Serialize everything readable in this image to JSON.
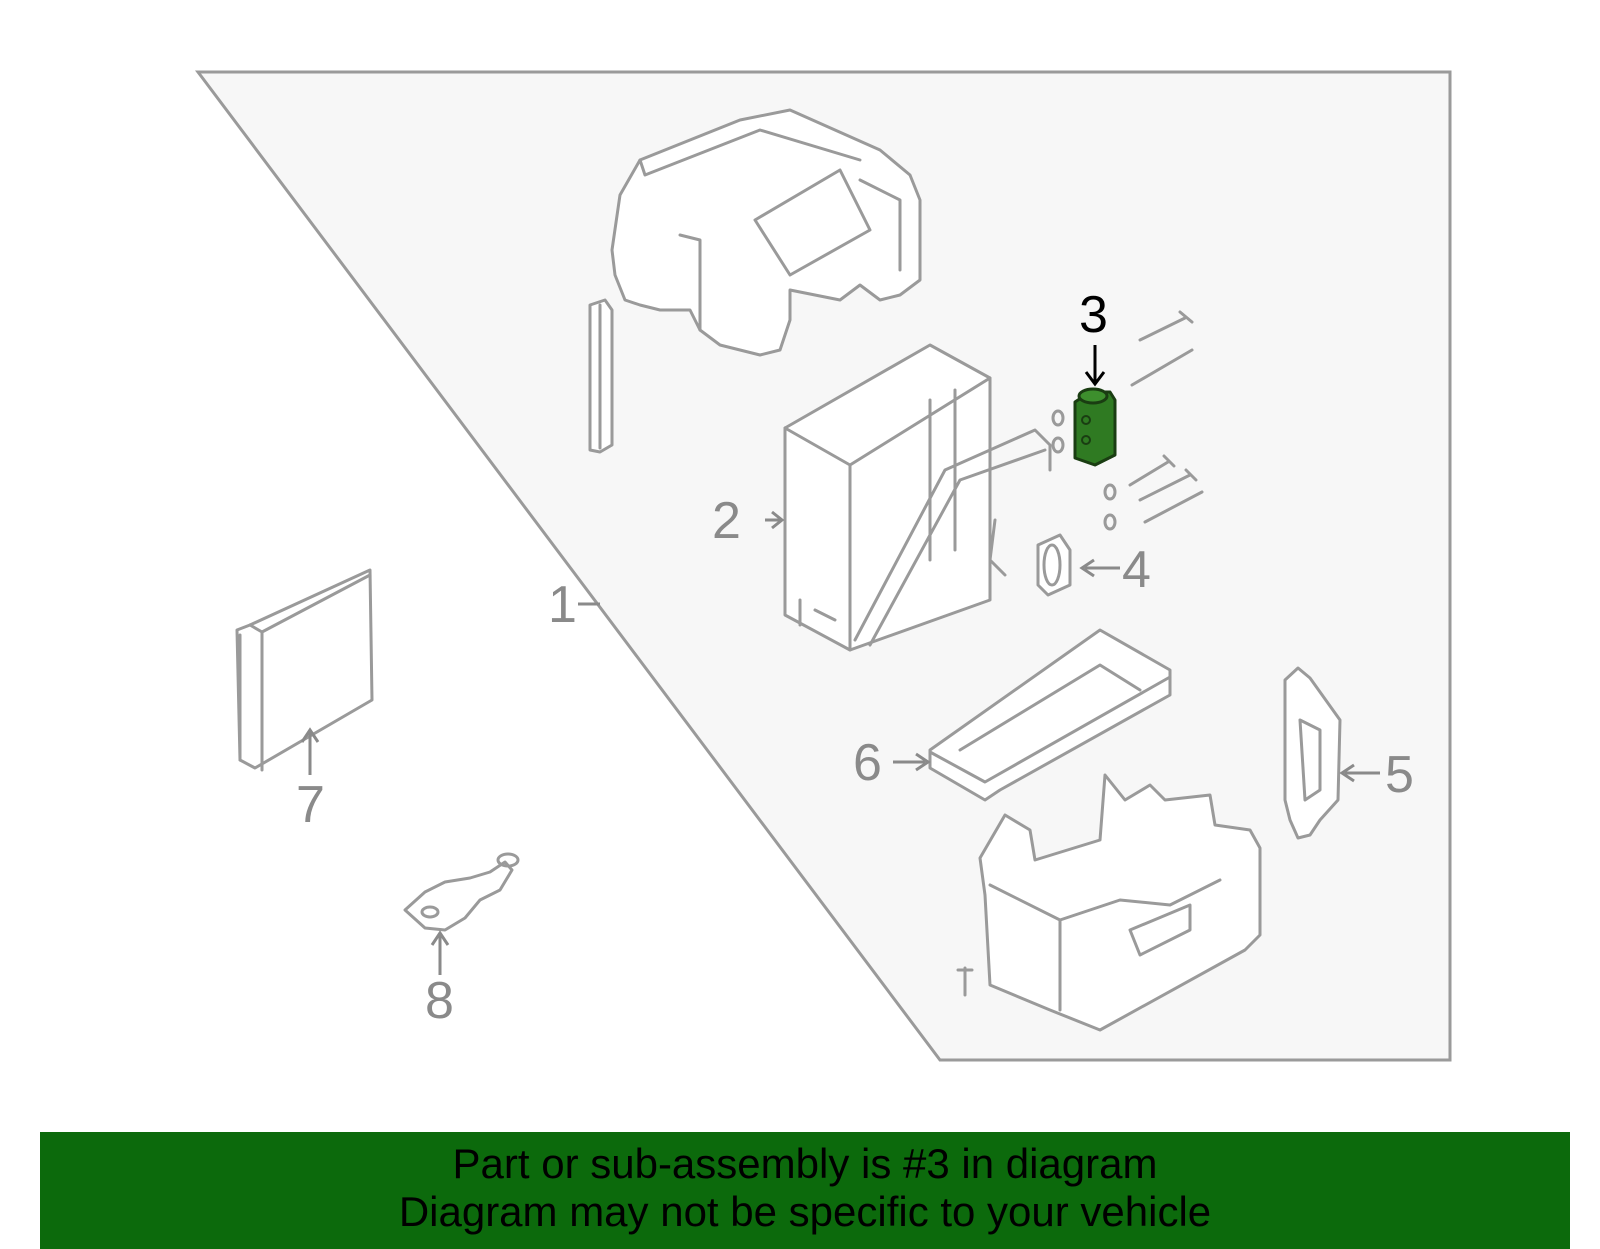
{
  "diagram": {
    "callouts": [
      {
        "label": "1",
        "active": false
      },
      {
        "label": "2",
        "active": false
      },
      {
        "label": "3",
        "active": true
      },
      {
        "label": "4",
        "active": false
      },
      {
        "label": "5",
        "active": false
      },
      {
        "label": "6",
        "active": false
      },
      {
        "label": "7",
        "active": false
      },
      {
        "label": "8",
        "active": false
      }
    ],
    "colors": {
      "panel": "#f7f7f7",
      "outline": "#9a9a9a",
      "highlight": "#2f7a22",
      "banner": "#0c6a0c"
    }
  },
  "banner": {
    "line1": "Part or sub-assembly is #3 in diagram",
    "line2": "Diagram may not be specific to your vehicle"
  }
}
